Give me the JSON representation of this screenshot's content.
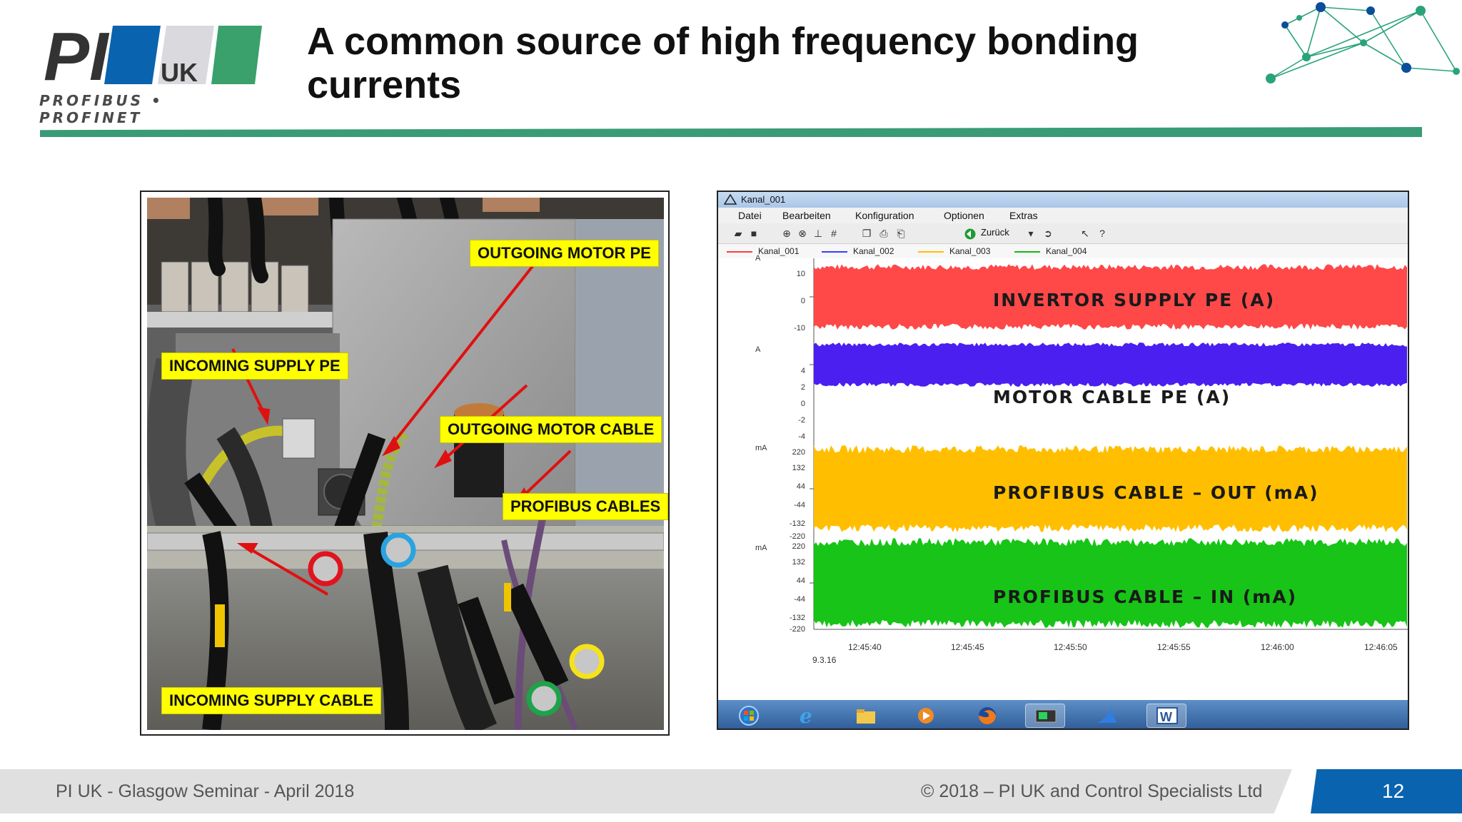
{
  "logo": {
    "letters": "PI",
    "country": "UK",
    "subtitle": "PROFIBUS • PROFINET"
  },
  "slide": {
    "title": "A common source of high frequency bonding currents"
  },
  "photo": {
    "callouts": {
      "outgoing_motor_pe": "OUTGOING MOTOR PE",
      "incoming_supply_pe": "INCOMING SUPPLY PE",
      "outgoing_motor_cable": "OUTGOING MOTOR CABLE",
      "profibus_cables": "PROFIBUS CABLES",
      "incoming_supply_cable": "INCOMING SUPPLY CABLE"
    },
    "marker_colors": {
      "red": "#e0141e",
      "blue": "#2aa3e0",
      "yellow": "#f5e21a",
      "green": "#1ea34a"
    }
  },
  "scope": {
    "window_title": "Kanal_001",
    "menu": [
      "Datei",
      "Bearbeiten",
      "Konfiguration",
      "Optionen",
      "Extras"
    ],
    "back_label": "Zurück",
    "legend": [
      {
        "name": "Kanal_001",
        "color": "#ff3b3b"
      },
      {
        "name": "Kanal_002",
        "color": "#3b3bff"
      },
      {
        "name": "Kanal_003",
        "color": "#ffbf00"
      },
      {
        "name": "Kanal_004",
        "color": "#14b814"
      }
    ],
    "bands": [
      {
        "label": "INVERTOR SUPPLY PE (A)",
        "unit": "A",
        "ticks": [
          "10",
          "0",
          "-10"
        ],
        "color": "#ff4848"
      },
      {
        "label": "MOTOR CABLE PE (A)",
        "unit": "A",
        "ticks": [
          "4",
          "2",
          "0",
          "-2",
          "-4"
        ],
        "color": "#4a1ff0"
      },
      {
        "label": "PROFIBUS CABLE – OUT (mA)",
        "unit": "mA",
        "ticks": [
          "220",
          "132",
          "44",
          "-44",
          "-132",
          "-220"
        ],
        "color": "#ffbf00"
      },
      {
        "label": "PROFIBUS CABLE – IN (mA)",
        "unit": "mA",
        "ticks": [
          "220",
          "132",
          "44",
          "-44",
          "-132",
          "-220"
        ],
        "color": "#17c417"
      }
    ],
    "x_ticks": [
      "12:45:40",
      "12:45:45",
      "12:45:50",
      "12:45:55",
      "12:46:00",
      "12:46:05"
    ],
    "date": "9.3.16",
    "taskbar_icons": [
      "windows-start-icon",
      "internet-explorer-icon",
      "file-explorer-icon",
      "media-player-icon",
      "firefox-icon",
      "scope-app-icon",
      "shark-app-icon",
      "word-icon"
    ]
  },
  "footer": {
    "left": "PI UK - Glasgow Seminar - April 2018",
    "right": "© 2018 – PI UK and Control Specialists Ltd",
    "page": "12"
  }
}
